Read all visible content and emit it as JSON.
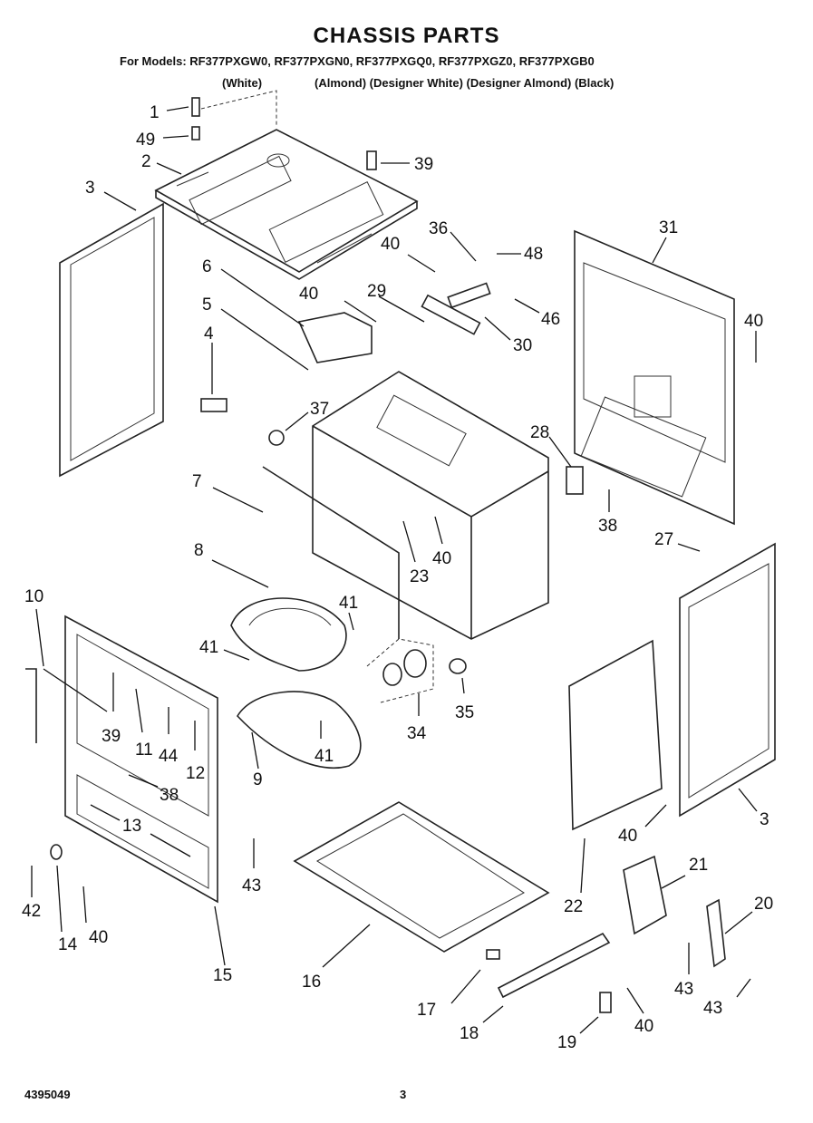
{
  "header": {
    "title": "CHASSIS PARTS",
    "models_line": "For Models: RF377PXGW0, RF377PXGN0, RF377PXGQ0, RF377PXGZ0, RF377PXGB0",
    "colors": [
      "(White)",
      "(Almond) (Designer White) (Designer Almond) (Black)"
    ]
  },
  "callouts": {
    "c1": "1",
    "c49": "49",
    "c2": "2",
    "c39a": "39",
    "c3a": "3",
    "c6": "6",
    "c5": "5",
    "c4": "4",
    "c40a": "40",
    "c40b": "40",
    "c36": "36",
    "c48": "48",
    "c29": "29",
    "c30": "30",
    "c46": "46",
    "c31": "31",
    "c40c": "40",
    "c37": "37",
    "c28": "28",
    "c38a": "38",
    "c7": "7",
    "c23": "23",
    "c40d": "40",
    "c27": "27",
    "c8": "8",
    "c10": "10",
    "c41a": "41",
    "c41b": "41",
    "c39b": "39",
    "c11": "11",
    "c44": "44",
    "c12": "12",
    "c34": "34",
    "c35": "35",
    "c9": "9",
    "c41c": "41",
    "c38b": "38",
    "c13": "13",
    "c40e": "40",
    "c3b": "3",
    "c43a": "43",
    "c21": "21",
    "c22": "22",
    "c42": "42",
    "c14": "14",
    "c40f": "40",
    "c15": "15",
    "c16": "16",
    "c20": "20",
    "c43b": "43",
    "c43c": "43",
    "c17": "17",
    "c18": "18",
    "c40g": "40",
    "c19": "19"
  },
  "footer": {
    "doc_number": "4395049",
    "page": "3"
  }
}
